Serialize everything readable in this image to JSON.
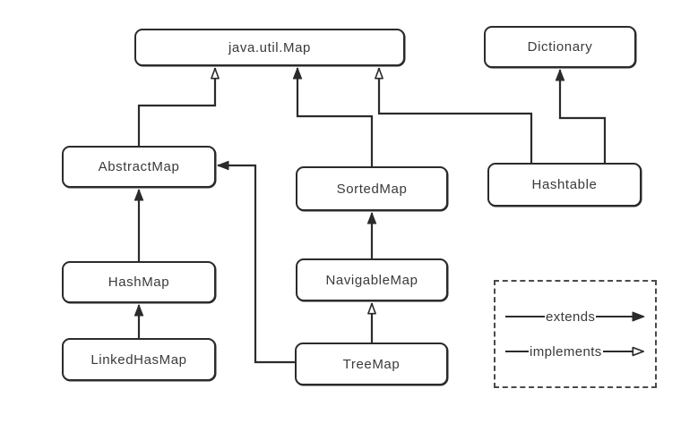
{
  "diagram": {
    "kind": "class-hierarchy",
    "subject": "Java Map hierarchy"
  },
  "colors": {
    "line": "#2b2b2b",
    "box_border": "#2b2b2b",
    "box_fill": "#ffffff",
    "background": "#ffffff",
    "text": "#3a3a3a"
  },
  "nodes": [
    {
      "id": "java-util-map",
      "label": "java.util.Map"
    },
    {
      "id": "dictionary",
      "label": "Dictionary"
    },
    {
      "id": "abstract-map",
      "label": "AbstractMap"
    },
    {
      "id": "sorted-map",
      "label": "SortedMap"
    },
    {
      "id": "hashtable",
      "label": "Hashtable"
    },
    {
      "id": "hash-map",
      "label": "HashMap"
    },
    {
      "id": "navigable-map",
      "label": "NavigableMap"
    },
    {
      "id": "linked-has-map",
      "label": "LinkedHasMap"
    },
    {
      "id": "tree-map",
      "label": "TreeMap"
    }
  ],
  "edges": [
    {
      "from": "AbstractMap",
      "to": "java.util.Map",
      "relation": "implements",
      "arrow": "hollow"
    },
    {
      "from": "SortedMap",
      "to": "java.util.Map",
      "relation": "extends",
      "arrow": "solid"
    },
    {
      "from": "Hashtable",
      "to": "java.util.Map",
      "relation": "implements",
      "arrow": "hollow"
    },
    {
      "from": "Hashtable",
      "to": "Dictionary",
      "relation": "extends",
      "arrow": "solid"
    },
    {
      "from": "HashMap",
      "to": "AbstractMap",
      "relation": "extends",
      "arrow": "solid"
    },
    {
      "from": "LinkedHasMap",
      "to": "HashMap",
      "relation": "extends",
      "arrow": "solid"
    },
    {
      "from": "NavigableMap",
      "to": "SortedMap",
      "relation": "extends",
      "arrow": "solid"
    },
    {
      "from": "TreeMap",
      "to": "NavigableMap",
      "relation": "implements",
      "arrow": "hollow"
    },
    {
      "from": "TreeMap",
      "to": "AbstractMap",
      "relation": "extends",
      "arrow": "solid"
    }
  ],
  "legend": {
    "items": [
      {
        "label": "extends",
        "arrow": "solid"
      },
      {
        "label": "implements",
        "arrow": "hollow"
      }
    ]
  }
}
